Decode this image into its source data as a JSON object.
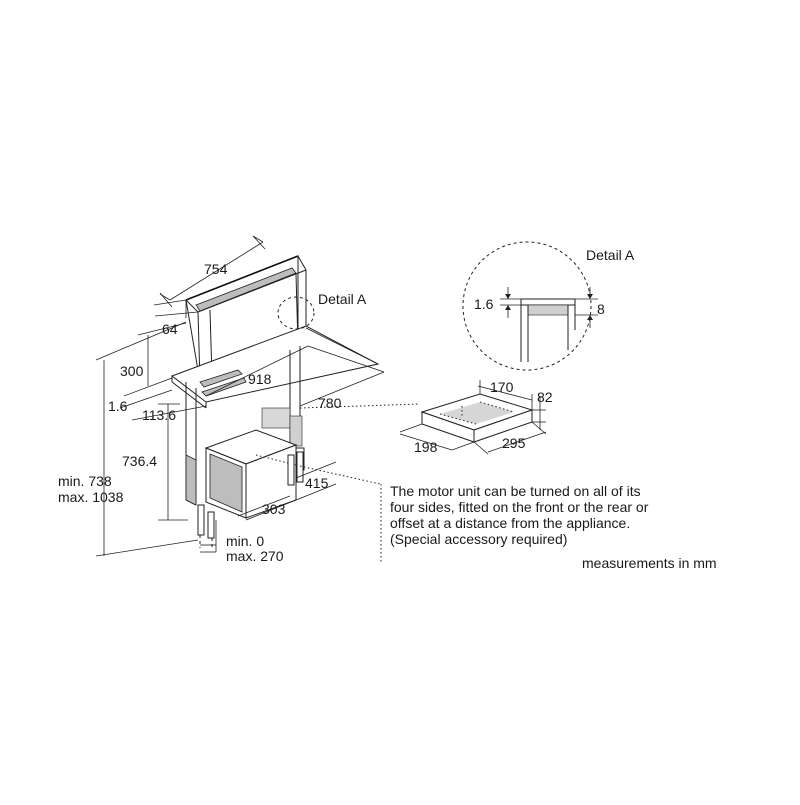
{
  "labels": {
    "detail_a_main": "Detail A",
    "detail_a_inset": "Detail A",
    "motor_note_lines": [
      "The motor unit can be turned on all of its",
      "four sides, fitted on the front or the rear or",
      "offset at a distance from the appliance.",
      "(Special accessory required)"
    ],
    "units_note": "measurements in mm"
  },
  "dimensions": {
    "width_top": "754",
    "depth_top": "64",
    "height_300": "300",
    "thickness_1_6": "1.6",
    "offset_113_6": "113.6",
    "width_918": "918",
    "depth_780": "780",
    "height_736_4": "736.4",
    "total_height_min": "min. 738",
    "total_height_max": "max. 1038",
    "motor_415": "415",
    "motor_303": "303",
    "clearance_min": "min. 0",
    "clearance_max": "max. 270",
    "detail_1_6": "1.6",
    "detail_8": "8",
    "box_170": "170",
    "box_82": "82",
    "box_198": "198",
    "box_295": "295"
  }
}
